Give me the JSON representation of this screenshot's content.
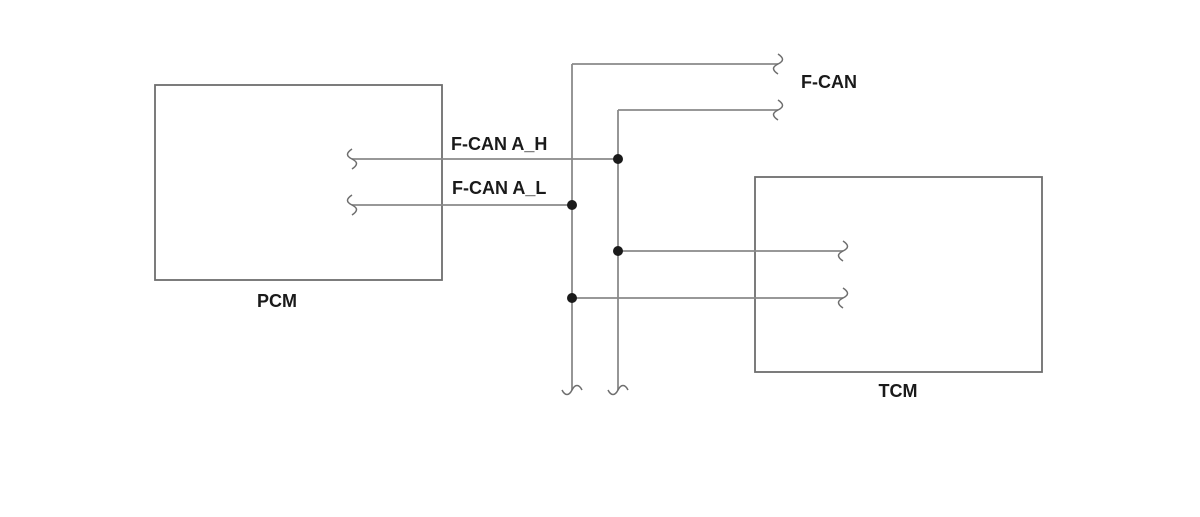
{
  "labels": {
    "pcm": "PCM",
    "tcm": "TCM",
    "bus": "F-CAN",
    "can_high": "F-CAN A_H",
    "can_low": "F-CAN A_L"
  }
}
